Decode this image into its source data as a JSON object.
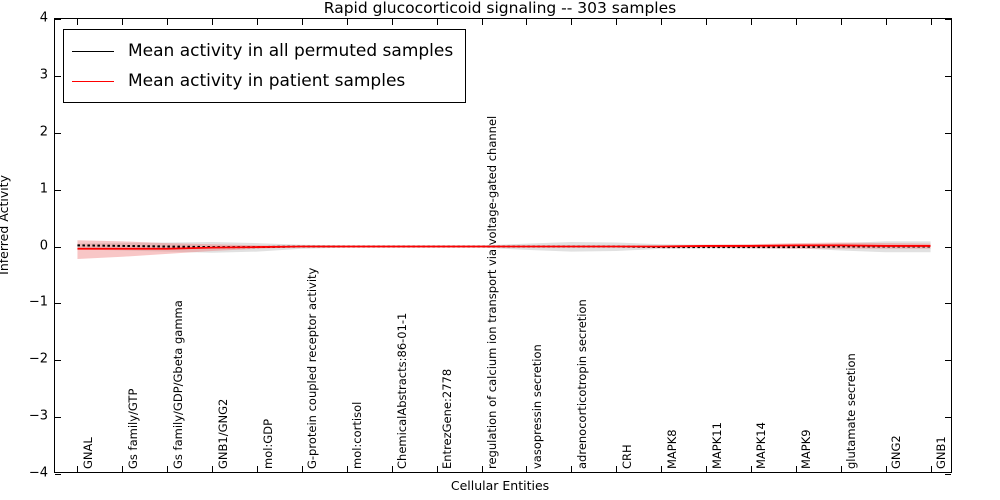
{
  "chart_data": {
    "type": "line",
    "title": "Rapid glucocorticoid signaling -- 303 samples",
    "xlabel": "Cellular Entities",
    "ylabel": "Inferred Activity",
    "ylim": [
      -4,
      4
    ],
    "yticks": [
      -4,
      -3,
      -2,
      -1,
      0,
      1,
      2,
      3,
      4
    ],
    "ytick_labels": [
      "−4",
      "−3",
      "−2",
      "−1",
      "0",
      "1",
      "2",
      "3",
      "4"
    ],
    "grid": false,
    "legend_position": "upper left",
    "categories": [
      "GNAL",
      "Gs family/GTP",
      "Gs family/GDP/Gbeta gamma",
      "GNB1/GNG2",
      "mol:GDP",
      "G-protein coupled receptor activity",
      "mol:cortisol",
      "ChemicalAbstracts:86-01-1",
      "EntrezGene:2778",
      "regulation of calcium ion transport via voltage-gated channel",
      "vasopressin secretion",
      "adrenocorticotropin secretion",
      "CRH",
      "MAPK8",
      "MAPK11",
      "MAPK14",
      "MAPK9",
      "glutamate secretion",
      "GNG2",
      "GNB1"
    ],
    "series": [
      {
        "name": "Mean activity in all permuted samples",
        "color": "#000000",
        "style": "dotted",
        "values": [
          0.02,
          0.01,
          0.0,
          -0.01,
          -0.01,
          0.0,
          0.0,
          0.0,
          0.0,
          0.0,
          0.0,
          0.0,
          0.0,
          -0.01,
          -0.01,
          -0.01,
          -0.01,
          0.0,
          0.0,
          0.0
        ],
        "band_color": "#b0b0b0",
        "band_upper": [
          0.05,
          0.06,
          0.07,
          0.08,
          0.06,
          0.03,
          0.02,
          0.02,
          0.02,
          0.02,
          0.05,
          0.08,
          0.07,
          0.04,
          0.03,
          0.03,
          0.03,
          0.06,
          0.09,
          0.09
        ],
        "band_lower": [
          -0.05,
          -0.07,
          -0.09,
          -0.11,
          -0.09,
          -0.04,
          -0.02,
          -0.02,
          -0.02,
          -0.02,
          -0.06,
          -0.09,
          -0.08,
          -0.04,
          -0.03,
          -0.03,
          -0.03,
          -0.07,
          -0.1,
          -0.1
        ]
      },
      {
        "name": "Mean activity in patient samples",
        "color": "#ff0000",
        "style": "solid",
        "values": [
          -0.04,
          -0.04,
          -0.04,
          -0.02,
          -0.01,
          0.0,
          0.0,
          0.0,
          0.0,
          0.0,
          0.0,
          0.0,
          0.0,
          0.0,
          0.01,
          0.01,
          0.02,
          0.02,
          0.01,
          0.01
        ],
        "band_color": "#f08080",
        "band_upper": [
          0.11,
          0.09,
          0.06,
          0.04,
          0.02,
          0.01,
          0.01,
          0.01,
          0.01,
          0.01,
          0.01,
          0.01,
          0.01,
          0.02,
          0.03,
          0.04,
          0.06,
          0.07,
          0.06,
          0.05
        ],
        "band_lower": [
          -0.22,
          -0.18,
          -0.13,
          -0.08,
          -0.04,
          -0.01,
          -0.01,
          -0.01,
          -0.01,
          -0.01,
          -0.01,
          -0.01,
          -0.01,
          -0.02,
          -0.02,
          -0.03,
          -0.04,
          -0.04,
          -0.04,
          -0.04
        ]
      }
    ],
    "legend": [
      {
        "label": "Mean activity in all permuted samples",
        "color": "#000000"
      },
      {
        "label": "Mean activity in patient samples",
        "color": "#ff0000"
      }
    ]
  }
}
